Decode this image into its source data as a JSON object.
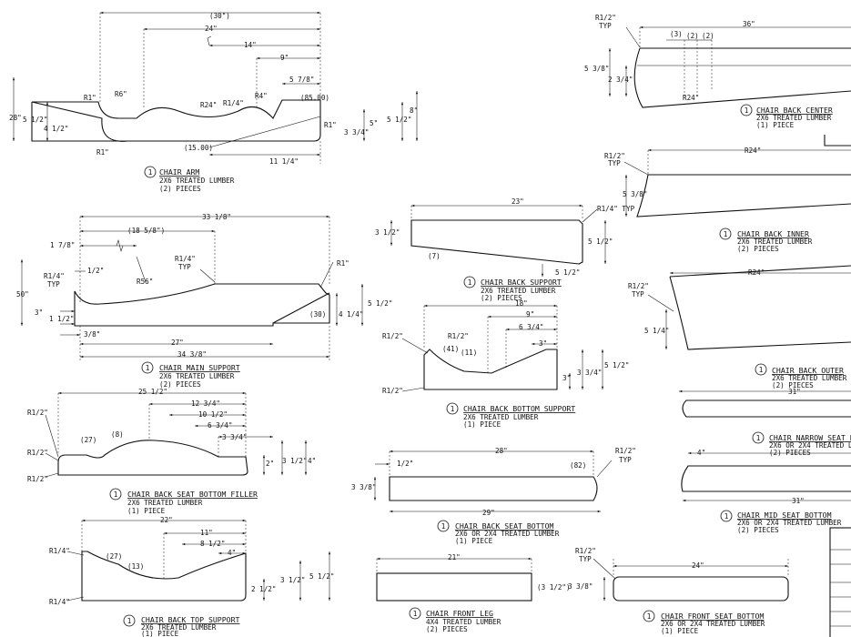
{
  "parts": {
    "arm": {
      "qty": "1",
      "title": "CHAIR ARM",
      "material": "2X6 TREATED LUMBER",
      "pieces": "(2) PIECES"
    },
    "main": {
      "qty": "1",
      "title": "CHAIR MAIN SUPPORT",
      "material": "2X6 TREATED LUMBER",
      "pieces": "(2) PIECES"
    },
    "back_seat_bottom_filler": {
      "qty": "1",
      "title": "CHAIR BACK SEAT BOTTOM FILLER",
      "material": "2X6 TREATED LUMBER",
      "pieces": "(1) PIECE"
    },
    "back_top": {
      "qty": "1",
      "title": "CHAIR BACK TOP SUPPORT",
      "material": "2X6 TREATED LUMBER",
      "pieces": "(1) PIECE"
    },
    "back_support": {
      "qty": "1",
      "title": "CHAIR BACK SUPPORT",
      "material": "2X6 TREATED LUMBER",
      "pieces": "(2) PIECES"
    },
    "back_bottom": {
      "qty": "1",
      "title": "CHAIR BACK BOTTOM SUPPORT",
      "material": "2X6 TREATED LUMBER",
      "pieces": "(1) PIECE"
    },
    "back_seat_bottom": {
      "qty": "1",
      "title": "CHAIR BACK SEAT BOTTOM",
      "material": "2X6 OR 2X4 TREATED LUMBER",
      "pieces": "(1) PIECE"
    },
    "front_leg": {
      "qty": "1",
      "title": "CHAIR FRONT LEG",
      "material": "4X4 TREATED LUMBER",
      "pieces": "(2) PIECES"
    },
    "back_center": {
      "qty": "1",
      "title": "CHAIR BACK CENTER",
      "material": "2X6 TREATED LUMBER",
      "pieces": "(1) PIECE"
    },
    "back_inner": {
      "qty": "1",
      "title": "CHAIR BACK INNER",
      "material": "2X6 TREATED LUMBER",
      "pieces": "(2) PIECES"
    },
    "back_outer": {
      "qty": "1",
      "title": "CHAIR BACK OUTER",
      "material": "2X6 TREATED LUMBER",
      "pieces": "(2) PIECES"
    },
    "narrow_seat": {
      "qty": "1",
      "title": "CHAIR NARROW SEAT B",
      "material": "2X6 OR 2X4 TREATED L",
      "pieces": "(2) PIECES"
    },
    "mid_seat": {
      "qty": "1",
      "title": "CHAIR MID SEAT BOTTOM",
      "material": "2X6 OR 2X4 TREATED LUMBER",
      "pieces": "(2) PIECES"
    },
    "front_seat": {
      "qty": "1",
      "title": "CHAIR FRONT SEAT BOTTOM",
      "material": "2X6 OR 2X4 TREATED LUMBER",
      "pieces": "(1) PIECE"
    }
  },
  "dims": {
    "arm": {
      "d30": "(30\")",
      "d24": "24\"",
      "d14": "14\"",
      "d9": "9\"",
      "d578": "5 7/8\"",
      "d28": "28\"",
      "d512a": "5 1/2\"",
      "d412": "4 1/2\"",
      "r1a": "R1\"",
      "r6": "R6\"",
      "r24": "R24\"",
      "r14": "R1/4\"",
      "r4": "R4\"",
      "a85": "(85.00)",
      "r1b": "R1\"",
      "r1c": "R1\"",
      "a15": "(15.00)",
      "d1114": "11 1/4\"",
      "d5": "5\"",
      "d334": "3 3/4\"",
      "d512b": "5 1/2\"",
      "d8": "8\""
    },
    "main": {
      "d3318": "33 1/8\"",
      "d1858": "(18 5/8\")",
      "d178": "1 7/8\"",
      "d12": "1/2\"",
      "r14": "R1/4\"",
      "typ": "TYP",
      "r56": "R56\"",
      "r14b": "R1/4\"",
      "typb": "TYP",
      "r1": "R1\"",
      "d50": "50\"",
      "d3": "3\"",
      "d112": "1 1/2\"",
      "a30": "(30)",
      "d512": "5 1/2\"",
      "d414": "4 1/4\"",
      "d38": "3/8\"",
      "d27": "27\"",
      "d3438": "34 3/8\""
    },
    "filler": {
      "d2512": "25 1/2\"",
      "d1234": "12 3/4\"",
      "d1012": "10 1/2\"",
      "d634": "6 3/4\"",
      "d334": "3 3/4\"",
      "r12a": "R1/2\"",
      "r12b": "R1/2\"",
      "r12c": "R1/2\"",
      "a27": "(27)",
      "a8": "(8)",
      "d2": "2\"",
      "d312": "3 1/2\"",
      "d4": "4\""
    },
    "top": {
      "d22": "22\"",
      "d11": "11\"",
      "d812": "8 1/2\"",
      "d4": "4\"",
      "r14a": "R1/4\"",
      "r14b": "R1/4\"",
      "a27": "(27)",
      "a13": "(13)",
      "d212": "2 1/2\"",
      "d312": "3 1/2\"",
      "d512": "5 1/2\""
    },
    "bsup": {
      "d23": "23\"",
      "r14": "R1/4\" TYP",
      "d312": "3 1/2\"",
      "a7": "(7)",
      "d512a": "5 1/2\"",
      "d512b": "5 1/2\""
    },
    "bbot": {
      "d18": "18\"",
      "d9": "9\"",
      "d634": "6 3/4\"",
      "d3a": "3\"",
      "r12a": "R1/2\"",
      "r12b": "R1/2\"",
      "r12c": "R1/2\"",
      "a41": "(41)",
      "a11": "(11)",
      "d3b": "3\"",
      "d334": "3 3/4\"",
      "d512": "5 1/2\""
    },
    "bseat": {
      "d28": "28\"",
      "d12": "1/2\"",
      "a82": "(82)",
      "r12": "R1/2\"",
      "typ": "TYP",
      "d338": "3 3/8\"",
      "d29": "29\""
    },
    "leg": {
      "d21": "21\"",
      "d312": "(3 1/2\")"
    },
    "center": {
      "r12": "R1/2\"",
      "typ": "TYP",
      "d36": "36\"",
      "d3": "(3)",
      "d2a": "(2)",
      "d2b": "(2)",
      "d538": "5 3/8\"",
      "d234": "2 3/4\"",
      "r24": "R24\""
    },
    "inner": {
      "r12": "R1/2\"",
      "typ": "TYP",
      "r24": "R24\"",
      "d538": "5 3/8\""
    },
    "outer": {
      "r12": "R1/2\"",
      "typ": "TYP",
      "r24": "R24\"",
      "d514": "5 1/4\""
    },
    "narrow": {
      "d31": "31\""
    },
    "mid": {
      "d4": "4\"",
      "d31": "31\""
    },
    "front": {
      "r12": "R1/2\"",
      "typ": "TYP",
      "d24": "24\"",
      "d338": "3 3/8\""
    }
  }
}
